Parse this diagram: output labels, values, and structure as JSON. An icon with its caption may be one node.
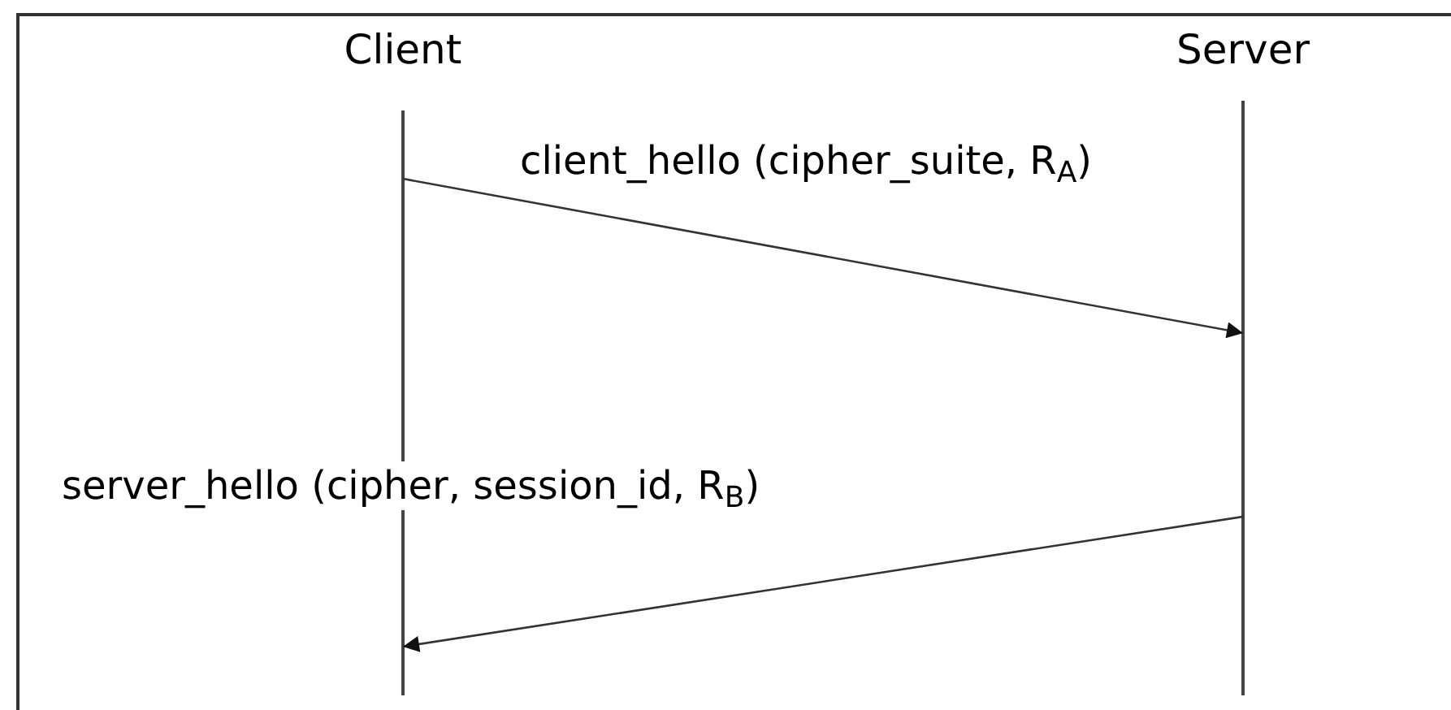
{
  "diagram": {
    "nodes": [
      {
        "text": [
          "Client"
        ]
      },
      {
        "text": [
          "Server"
        ]
      }
    ],
    "edges": [
      {
        "from": 0,
        "to": 1,
        "arrow": "to",
        "label": "client_hello (cipher_suite, R$_{A}$)"
      },
      {
        "from": 1,
        "to": 0,
        "arrow": "to",
        "label": "server_hello (cipher, session_id, R$_{B}$)"
      }
    ]
  }
}
